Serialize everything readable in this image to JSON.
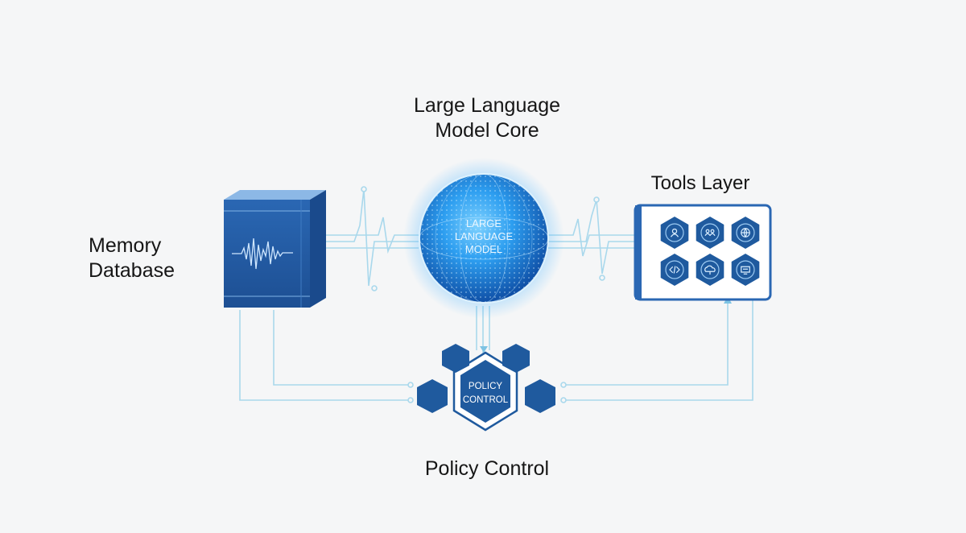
{
  "labels": {
    "core_title_line1": "Large Language",
    "core_title_line2": "Model Core",
    "memory_line1": "Memory",
    "memory_line2": "Database",
    "tools_title": "Tools Layer",
    "policy_title": "Policy Control"
  },
  "globe": {
    "line1": "LARGE",
    "line2": "LANGUAGE",
    "line3": "MODEL"
  },
  "policy_hex": {
    "line1": "POLICY",
    "line2": "CONTROL"
  },
  "tools": {
    "icons": [
      "user-icon",
      "people-icon",
      "globe-icon",
      "code-icon",
      "cloud-icon",
      "screen-icon"
    ]
  },
  "colors": {
    "primary_blue": "#1f5a9e",
    "light_blue": "#3aa8ef",
    "connector": "#a9d8ec",
    "background": "#f5f6f7"
  }
}
